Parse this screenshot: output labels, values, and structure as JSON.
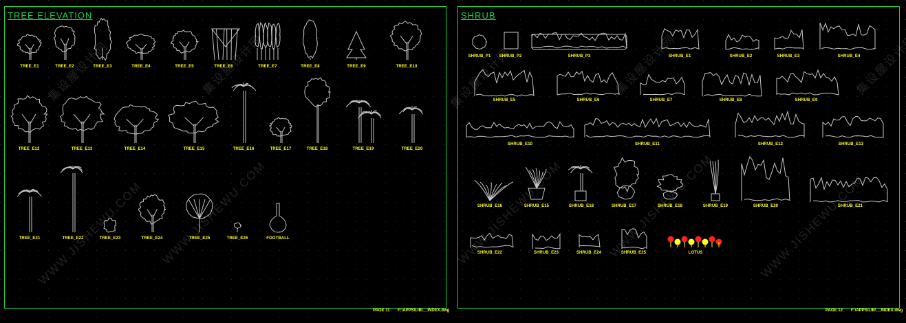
{
  "colors": {
    "background": "#000000",
    "frame": "#18d34a",
    "label": "#ffff1a",
    "symbol": "#c8c8c8",
    "grid_dot": "#2a2a2a"
  },
  "left_panel": {
    "title": "TREE  ELEVATION",
    "page": "PAGE 11",
    "file": "F:\\APPS\\LIB\\__INDEX.dwg",
    "labels": [
      "TREE_E1",
      "TREE_E2",
      "TREE_E3",
      "TREE_E4",
      "TREE_E5",
      "TREE_E6",
      "TREE_E7",
      "TREE_E8",
      "TREE_E9",
      "TREE_E10",
      "TREE_E12",
      "TREE_E13",
      "TREE_E14",
      "TREE_E15",
      "TREE_E16",
      "TREE_E17",
      "TREE_E18",
      "TREE_E19",
      "TREE_E20",
      "TREE_E21",
      "TREE_E22",
      "TREE_E23",
      "TREE_E24",
      "TREE_E25",
      "TREE_E26",
      "FOOTBALL"
    ]
  },
  "right_panel": {
    "title": "SHRUB",
    "page": "PAGE 12",
    "file": "F:\\APPS\\LIB\\__INDEX.dwg",
    "labels": [
      "SHRUB_P1",
      "SHRUB_P2",
      "SHRUB_P3",
      "SHRUB_E1",
      "SHRUB_E2",
      "SHRUB_E3",
      "SHRUB_E4",
      "SHRUB_E5",
      "SHRUB_E6",
      "SHRUB_E7",
      "SHRUB_E8",
      "SHRUB_E9",
      "SHRUB_E10",
      "SHRUB_E11",
      "SHRUB_E12",
      "SHRUB_E13",
      "SHRUB_E16",
      "SHRUB_E15",
      "SHRUB_E18",
      "SHRUB_E17",
      "SHRUB_E18",
      "SHRUB_E19",
      "SHRUB_E20",
      "SHRUB_E21",
      "SHRUB_E22",
      "SHRUB_E23",
      "SHRUB_E24",
      "SHRUB_E25",
      "LOTUS"
    ]
  },
  "watermarks": [
    "集设屋设计网",
    "WWW.JISHEWU.COM"
  ]
}
